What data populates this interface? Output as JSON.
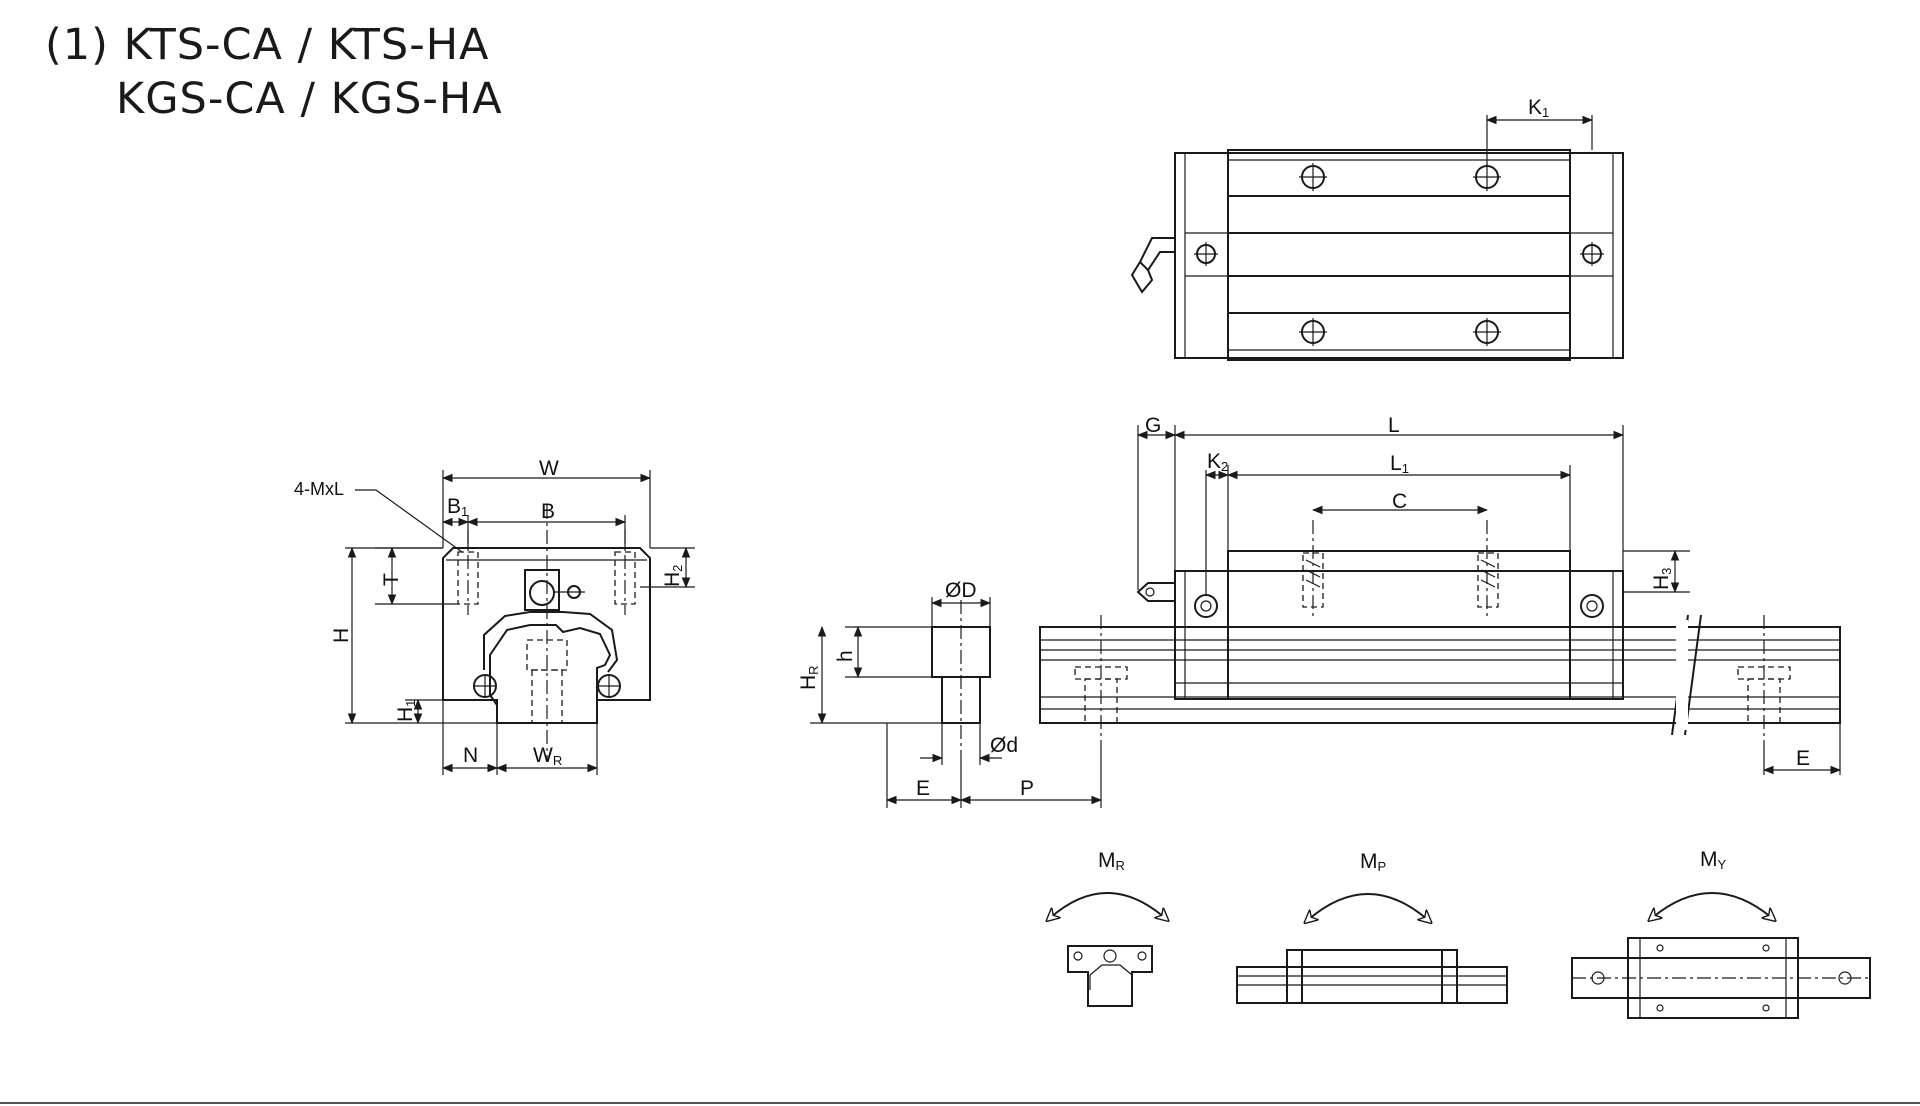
{
  "title": {
    "line1": "(1) KTS-CA / KTS-HA",
    "line2": "KGS-CA / KGS-HA"
  },
  "labels": {
    "k1": {
      "main": "K",
      "sub": "1"
    },
    "g": "G",
    "l": "L",
    "k2": {
      "main": "K",
      "sub": "2"
    },
    "l1": {
      "main": "L",
      "sub": "1"
    },
    "c": "C",
    "h3": {
      "main": "H",
      "sub": "3"
    },
    "od_upper": "ØD",
    "h_small": "h",
    "hr": {
      "main": "H",
      "sub": "R"
    },
    "od_lower": "Ød",
    "e_left": "E",
    "p": "P",
    "e_right": "E",
    "mxl": "4-MxL",
    "w": "W",
    "b1": {
      "main": "B",
      "sub": "1"
    },
    "b": "B",
    "t": "T",
    "h2": {
      "main": "H",
      "sub": "2"
    },
    "h_big": "H",
    "h1": {
      "main": "H",
      "sub": "1"
    },
    "n": "N",
    "wr": {
      "main": "W",
      "sub": "R"
    },
    "mr": {
      "main": "M",
      "sub": "R"
    },
    "mp": {
      "main": "M",
      "sub": "P"
    },
    "my": {
      "main": "M",
      "sub": "Y"
    }
  }
}
